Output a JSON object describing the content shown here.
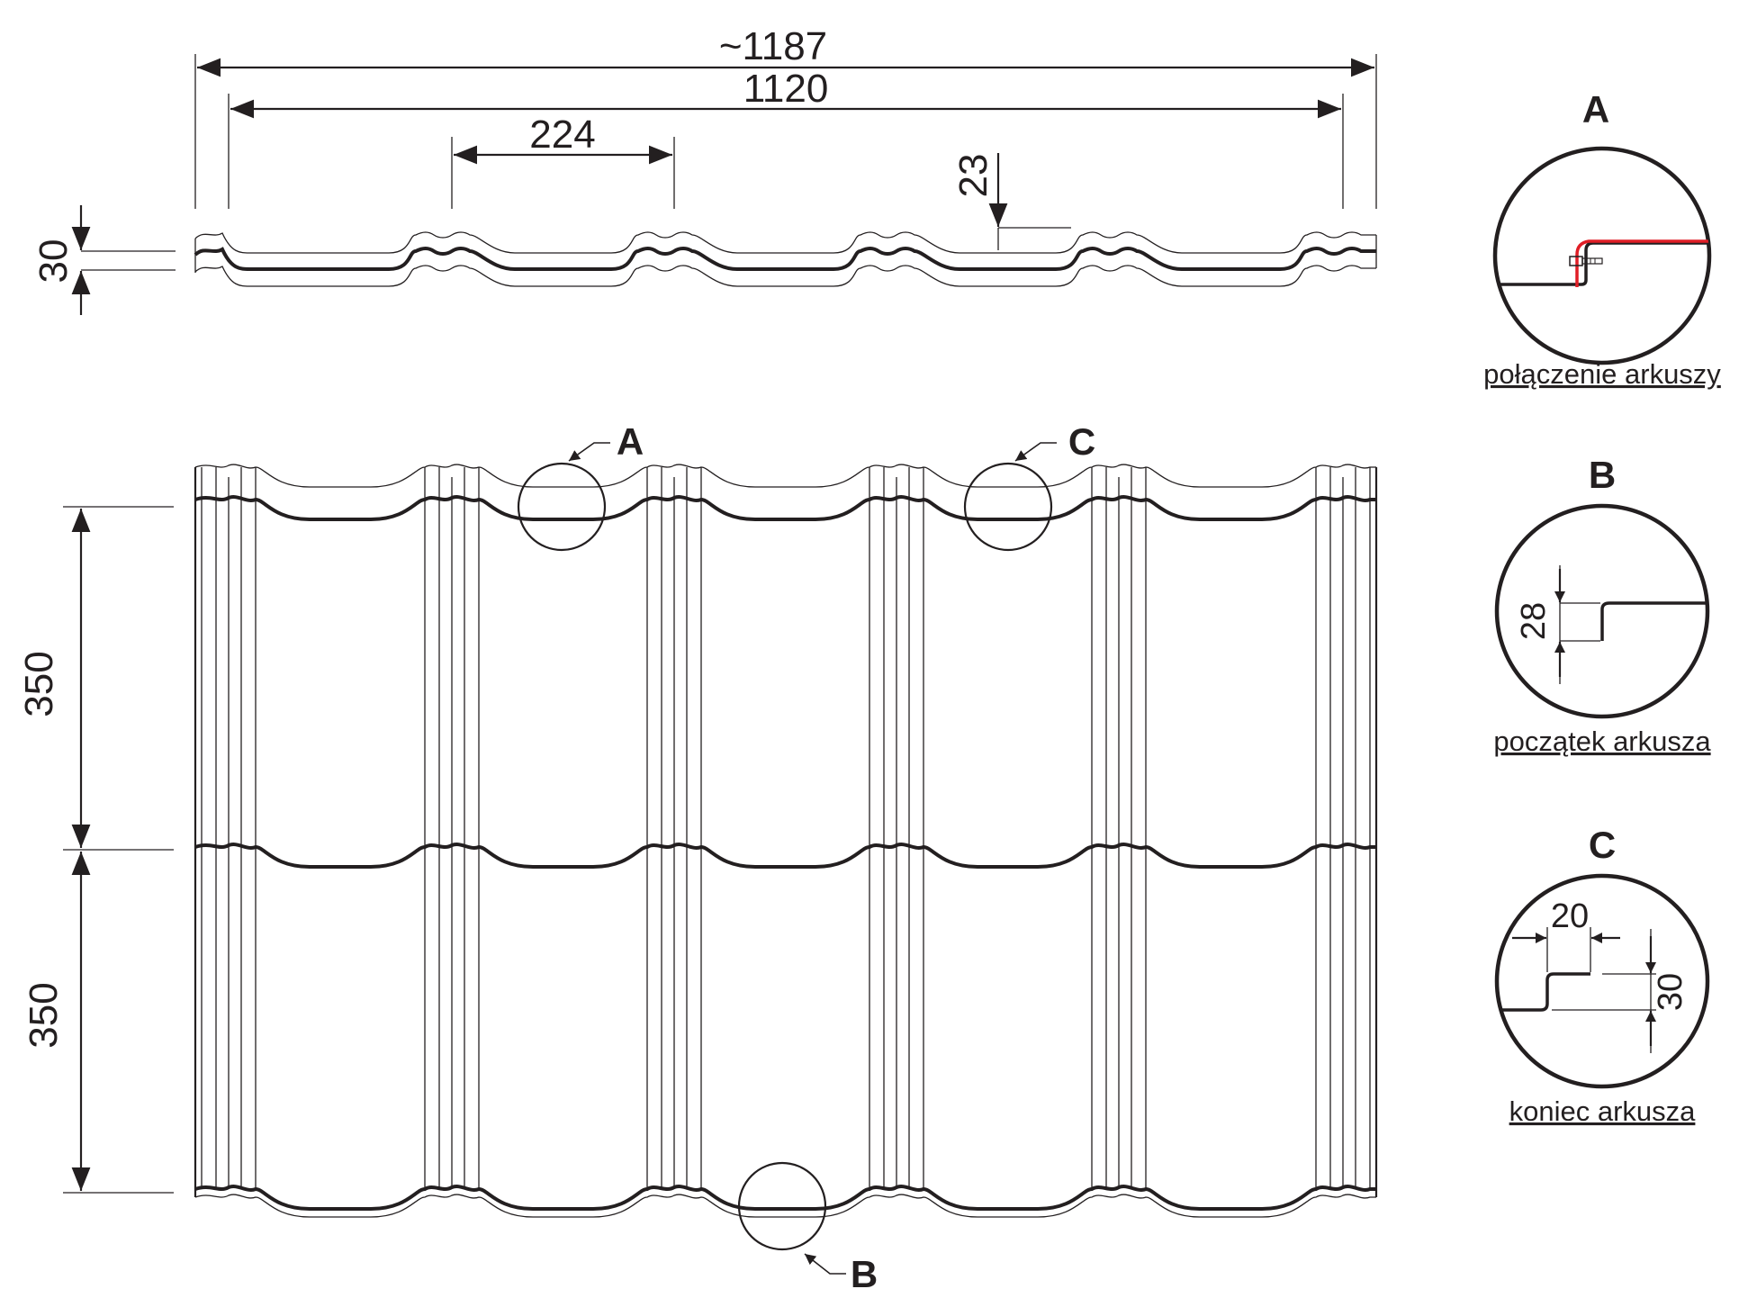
{
  "profile_view": {
    "dim_overall": "~1187",
    "dim_effective": "1120",
    "dim_module": "224",
    "dim_depth": "23",
    "dim_height": "30"
  },
  "sheet_view": {
    "dim_step_upper": "350",
    "dim_step_lower": "350",
    "callout_a": "A",
    "callout_b": "B",
    "callout_c": "C"
  },
  "details": [
    {
      "letter": "A",
      "caption": "połączenie arkuszy",
      "dims": [],
      "accent_color": "#e01e26"
    },
    {
      "letter": "B",
      "caption": "początek arkusza",
      "dims": [
        "28"
      ]
    },
    {
      "letter": "C",
      "caption": "koniec arkusza",
      "dims": [
        "20",
        "30"
      ]
    }
  ],
  "colors": {
    "line": "#231f20",
    "accent": "#e01e26",
    "background": "#ffffff"
  }
}
